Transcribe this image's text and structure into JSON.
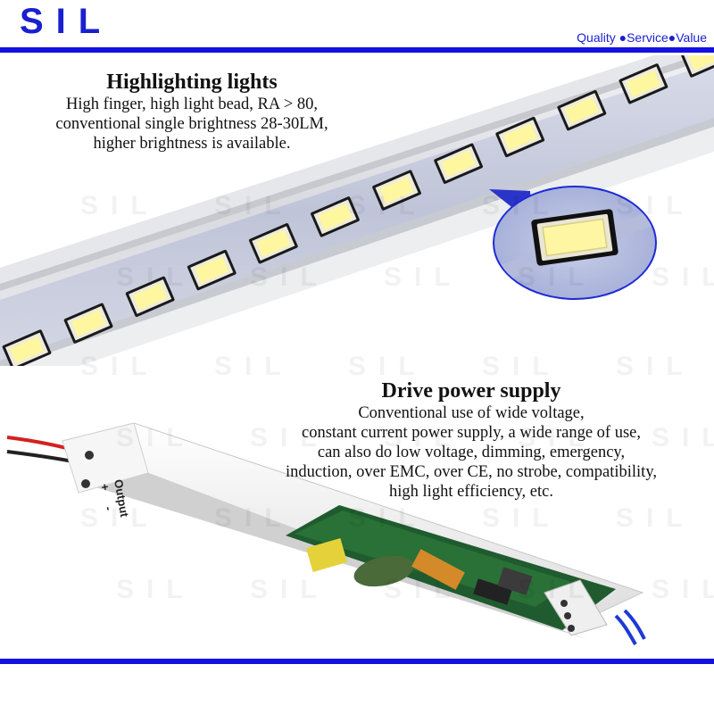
{
  "brand": {
    "logo": "SIL",
    "tagline": "Quality ●Service●Value",
    "primary_color": "#1310e0"
  },
  "sections": {
    "highlighting": {
      "title": "Highlighting lights",
      "lines": [
        "High finger, high light bead, RA > 80,",
        "conventional single brightness 28-30LM,",
        "higher brightness is available."
      ]
    },
    "drive": {
      "title": "Drive power supply",
      "lines": [
        "Conventional use of wide voltage,",
        "constant current power supply, a wide range of use,",
        "can also do low voltage, dimming, emergency,",
        "induction, over EMC, over CE, no strobe, compatibility,",
        "high light efficiency, etc."
      ]
    }
  },
  "driver_label": {
    "output": "Output",
    "plus": "+",
    "minus": "-"
  },
  "watermark": "SIL",
  "icons": [
    "led-chip-icon",
    "magnifier-callout-icon"
  ]
}
